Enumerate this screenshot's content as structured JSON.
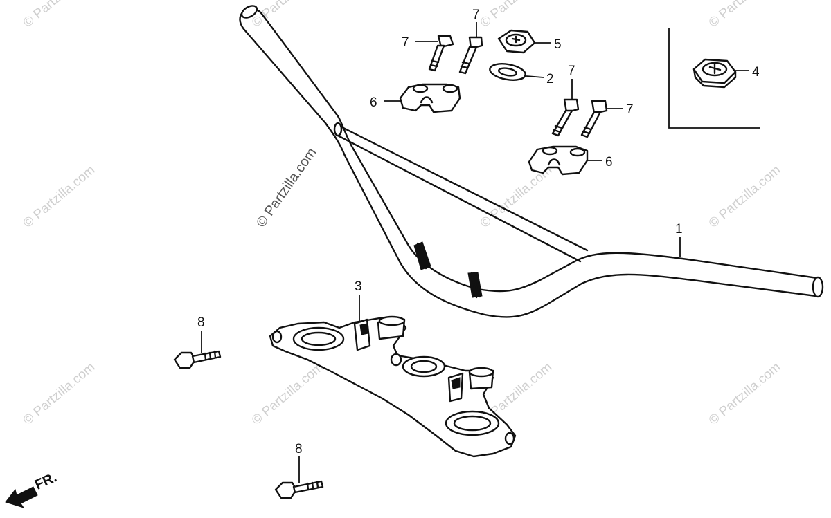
{
  "watermark": "© Partzilla.com",
  "direction_label": "FR.",
  "callouts": {
    "p1": "1",
    "p2": "2",
    "p3": "3",
    "p4": "4",
    "p5": "5",
    "p6a": "6",
    "p6b": "6",
    "p7a": "7",
    "p7b": "7",
    "p7c": "7",
    "p7d": "7",
    "p8a": "8",
    "p8b": "8"
  }
}
